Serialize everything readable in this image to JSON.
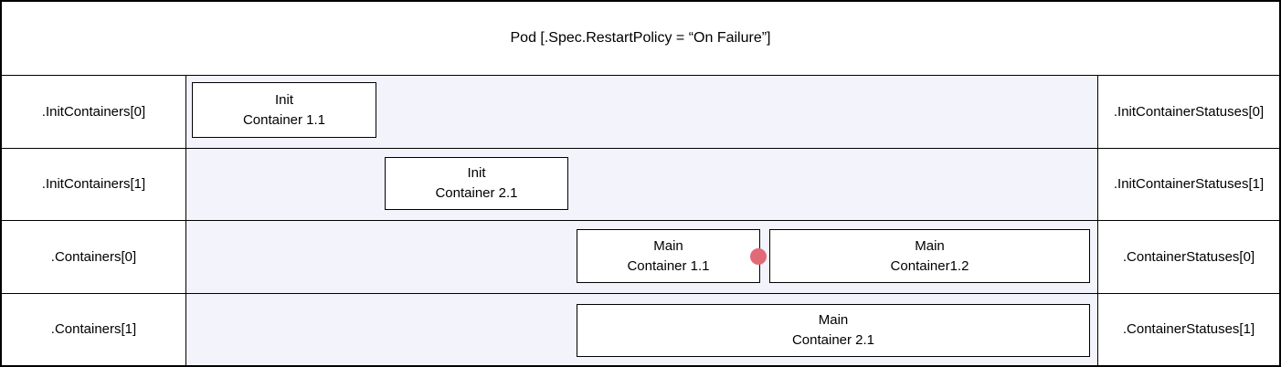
{
  "diagram": {
    "title": "Pod [.Spec.RestartPolicy = “On Failure”]",
    "colors": {
      "lane_background": "#F3F3FB",
      "box_background": "#FFFFFF",
      "border": "#000000",
      "restart_dot": "#E26A78"
    },
    "rows": [
      {
        "left_label": ".InitContainers[0]",
        "right_label": ".InitContainerStatuses[0]",
        "boxes": [
          {
            "label": "Init\nContainer 1.1"
          }
        ]
      },
      {
        "left_label": ".InitContainers[1]",
        "right_label": ".InitContainerStatuses[1]",
        "boxes": [
          {
            "label": "Init\nContainer 2.1"
          }
        ]
      },
      {
        "left_label": ".Containers[0]",
        "right_label": ".ContainerStatuses[0]",
        "boxes": [
          {
            "label": "Main\nContainer 1.1"
          },
          {
            "label": "Main\nContainer1.2"
          }
        ],
        "marker": "restart-dot"
      },
      {
        "left_label": ".Containers[1]",
        "right_label": ".ContainerStatuses[1]",
        "boxes": [
          {
            "label": "Main\nContainer 2.1"
          }
        ]
      }
    ]
  }
}
